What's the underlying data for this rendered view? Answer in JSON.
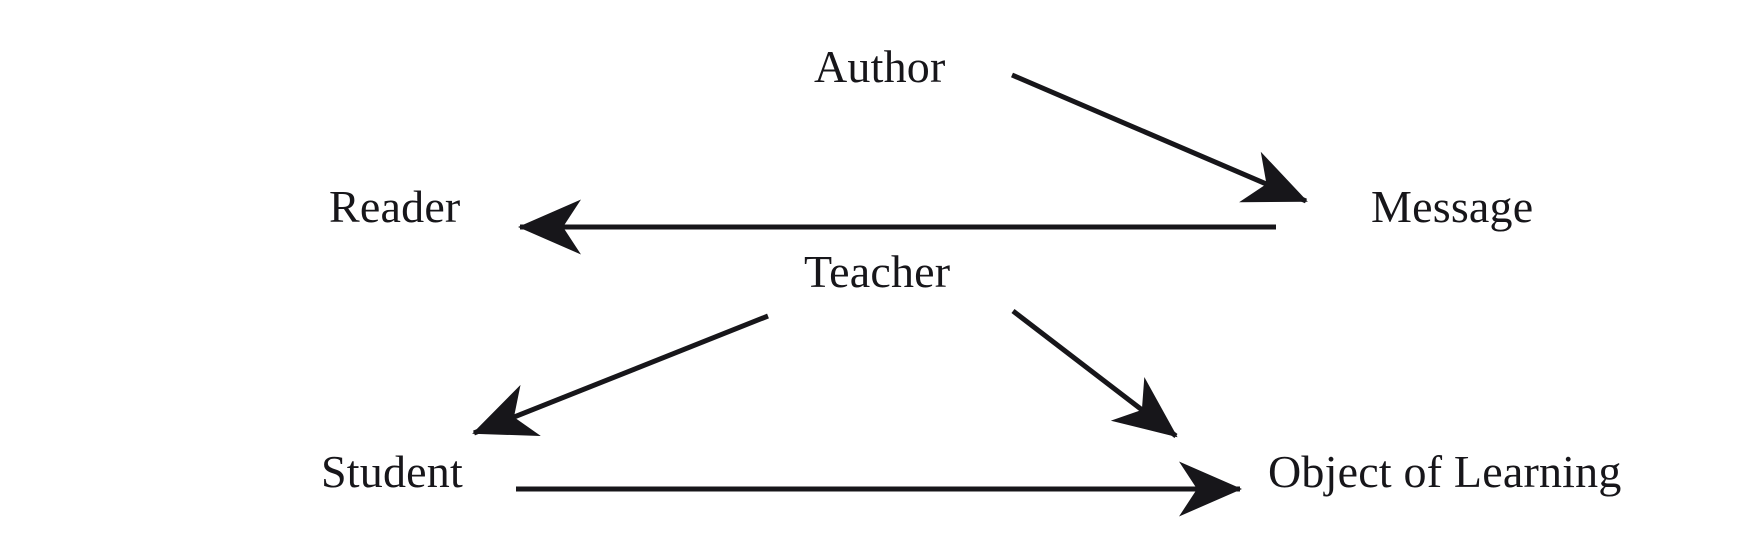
{
  "diagram": {
    "title": "Author-Message-Reader and Teacher-Student-Object of Learning relationships",
    "type": "relationship-diagram",
    "background_color": "#ffffff",
    "stroke_color": "#17161a",
    "text_color": "#17161a",
    "stroke_width": 5,
    "groups": [
      {
        "id": "communication-triad",
        "nodes": [
          {
            "id": "author",
            "label": "Author"
          },
          {
            "id": "message",
            "label": "Message"
          },
          {
            "id": "reader",
            "label": "Reader"
          }
        ],
        "edges": [
          {
            "from": "author",
            "to": "message",
            "style": "arrow",
            "direction": "down-right"
          },
          {
            "from": "message",
            "to": "reader",
            "style": "arrow",
            "direction": "left"
          }
        ]
      },
      {
        "id": "learning-triad",
        "nodes": [
          {
            "id": "teacher",
            "label": "Teacher"
          },
          {
            "id": "student",
            "label": "Student"
          },
          {
            "id": "object",
            "label": "Object of Learning"
          }
        ],
        "edges": [
          {
            "from": "teacher",
            "to": "student",
            "style": "arrow",
            "direction": "down-left"
          },
          {
            "from": "teacher",
            "to": "object",
            "style": "arrow",
            "direction": "down-right"
          },
          {
            "from": "student",
            "to": "object",
            "style": "arrow",
            "direction": "right"
          }
        ]
      }
    ]
  },
  "labels": {
    "author": "Author",
    "message": "Message",
    "reader": "Reader",
    "teacher": "Teacher",
    "student": "Student",
    "object_of_learning": "Object of Learning"
  }
}
